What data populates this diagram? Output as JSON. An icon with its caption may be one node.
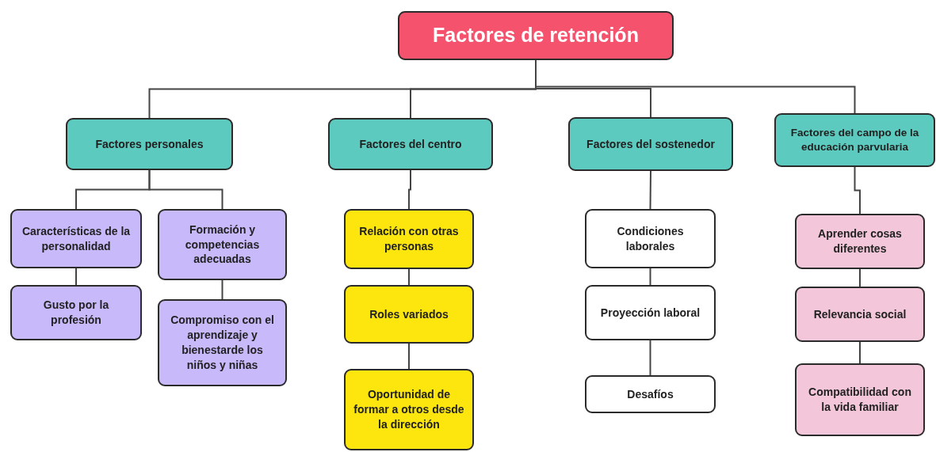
{
  "diagram": {
    "nodes": [
      {
        "text": [
          "Factores de retención"
        ]
      },
      {
        "text": [
          "Factores personales"
        ]
      },
      {
        "text": [
          "Características de la personalidad"
        ]
      },
      {
        "text": [
          "Gusto por la profesión"
        ]
      },
      {
        "text": [
          "Formación y competencias adecuadas"
        ]
      },
      {
        "text": [
          "Compromiso con el aprendizaje y bienestarde los niños y niñas"
        ]
      },
      {
        "text": [
          "Factores del centro"
        ]
      },
      {
        "text": [
          "Relación con otras personas"
        ]
      },
      {
        "text": [
          "Roles variados"
        ]
      },
      {
        "text": [
          "Oportunidad de formar a otros desde la dirección"
        ]
      },
      {
        "text": [
          "Factores del sostenedor"
        ]
      },
      {
        "text": [
          "Condiciones laborales"
        ]
      },
      {
        "text": [
          "Proyección laboral"
        ]
      },
      {
        "text": [
          "Desafíos"
        ]
      },
      {
        "text": [
          "Factores del campo de la educación parvularia"
        ]
      },
      {
        "text": [
          "Aprender cosas diferentes"
        ]
      },
      {
        "text": [
          "Relevancia social"
        ]
      },
      {
        "text": [
          "Compatibilidad con la vida familiar"
        ]
      }
    ],
    "edges": [
      {
        "from": 0,
        "to": 1,
        "arrow": "none"
      },
      {
        "from": 0,
        "to": 6,
        "arrow": "none"
      },
      {
        "from": 0,
        "to": 10,
        "arrow": "none"
      },
      {
        "from": 0,
        "to": 14,
        "arrow": "none"
      },
      {
        "from": 1,
        "to": 2,
        "arrow": "none"
      },
      {
        "from": 1,
        "to": 4,
        "arrow": "none"
      },
      {
        "from": 2,
        "to": 3,
        "arrow": "none"
      },
      {
        "from": 4,
        "to": 5,
        "arrow": "none"
      },
      {
        "from": 6,
        "to": 7,
        "arrow": "none"
      },
      {
        "from": 7,
        "to": 8,
        "arrow": "none"
      },
      {
        "from": 8,
        "to": 9,
        "arrow": "none"
      },
      {
        "from": 10,
        "to": 11,
        "arrow": "none"
      },
      {
        "from": 11,
        "to": 12,
        "arrow": "none"
      },
      {
        "from": 12,
        "to": 13,
        "arrow": "none"
      },
      {
        "from": 14,
        "to": 15,
        "arrow": "none"
      },
      {
        "from": 15,
        "to": 16,
        "arrow": "none"
      },
      {
        "from": 16,
        "to": 17,
        "arrow": "none"
      }
    ]
  }
}
